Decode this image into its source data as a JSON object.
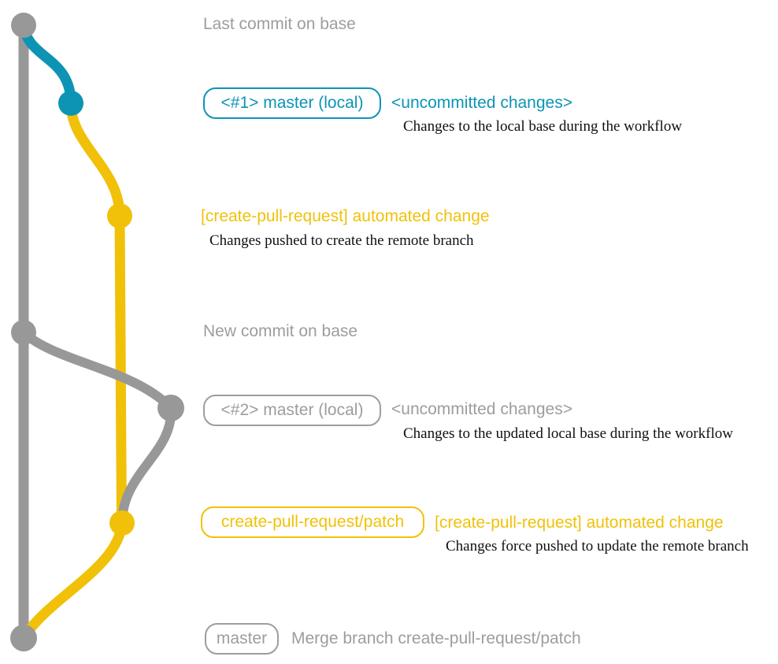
{
  "colors": {
    "gray": "#989898",
    "teal": "#0d94b5",
    "yellow": "#f1c109",
    "note": "#101010",
    "label_gray": "#9d9d9d"
  },
  "graph": {
    "description": "git commit graph with base branch (gray), local master (teal/gray) and create-pull-request/patch branch (yellow)",
    "commits": [
      {
        "color": "gray",
        "label": "Last commit on base"
      },
      {
        "color": "teal",
        "label": "<#1> master (local)"
      },
      {
        "color": "yellow",
        "label": "[create-pull-request] automated change"
      },
      {
        "color": "gray",
        "label": "New commit on base"
      },
      {
        "color": "gray",
        "label": "<#2> master (local)"
      },
      {
        "color": "yellow",
        "label": "[create-pull-request] automated change"
      },
      {
        "color": "gray",
        "label": "Merge branch create-pull-request/patch"
      }
    ]
  },
  "rows": {
    "r1": {
      "message": "Last commit on base"
    },
    "r2": {
      "tag": "<#1> master (local)",
      "annotation": "<uncommitted changes>",
      "note": "Changes to the local base during the workflow"
    },
    "r3": {
      "message": "[create-pull-request] automated change",
      "note": "Changes pushed to create the remote branch"
    },
    "r4": {
      "message": "New commit on base"
    },
    "r5": {
      "tag": "<#2> master (local)",
      "annotation": "<uncommitted changes>",
      "note": "Changes to the updated local base during the workflow"
    },
    "r6": {
      "tag": "create-pull-request/patch",
      "message": "[create-pull-request] automated change",
      "note": "Changes force pushed to update the remote branch"
    },
    "r7": {
      "tag": "master",
      "message": "Merge branch create-pull-request/patch"
    }
  }
}
